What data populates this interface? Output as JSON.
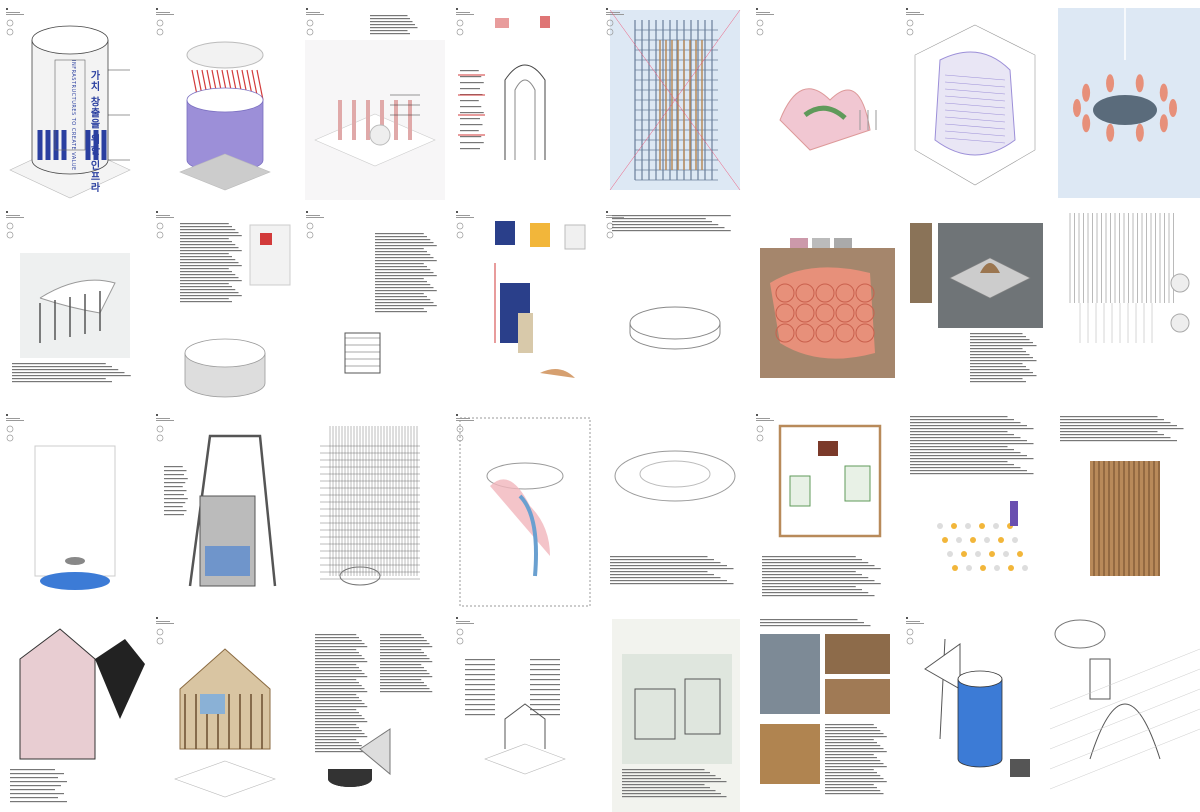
{
  "sheet": {
    "columns": 8,
    "rows": 4,
    "page_count": 32
  },
  "cover_page": {
    "korean_title": "가치 창출을 위한 인프라",
    "english_title": "INFRASTRUCTURES TO CREATE VALUE"
  },
  "colors": {
    "ink": "#444444",
    "label_blue": "#2a3fa0",
    "accent_red": "#d23a3a",
    "salmon": "#e7907a",
    "sky_bg": "#dde8f4",
    "purple": "#9c8fd8",
    "wood": "#b88a5a",
    "blue_fill": "#3c7bd6",
    "yellow": "#f2b63a",
    "green": "#5f9a5a"
  }
}
